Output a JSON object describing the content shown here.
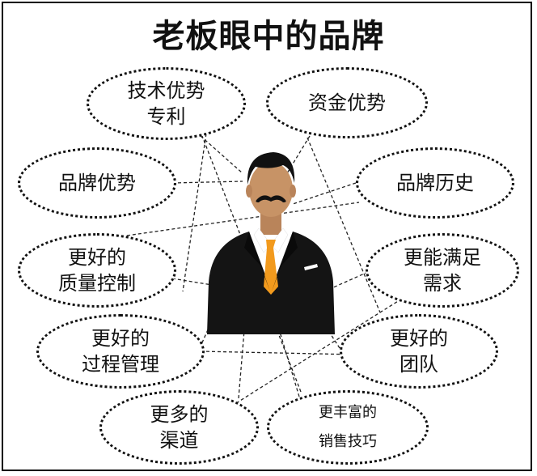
{
  "title": "老板眼中的品牌",
  "bubbles": {
    "tech": {
      "line1": "技术优势",
      "line2": "专利"
    },
    "capital": {
      "line1": "资金优势"
    },
    "brand_adv": {
      "line1": "品牌优势"
    },
    "brand_hist": {
      "line1": "品牌历史"
    },
    "quality": {
      "line1": "更好的",
      "line2": "质量控制"
    },
    "demand": {
      "line1": "更能满足",
      "line2": "需求"
    },
    "process": {
      "line1": "更好的",
      "line2": "过程管理"
    },
    "team": {
      "line1": "更好的",
      "line2": "团队"
    },
    "channel": {
      "line1": "更多的",
      "line2": "渠道"
    },
    "sales": {
      "line1": "更丰富的",
      "line2": "销售技巧"
    }
  },
  "colors": {
    "suit": "#141414",
    "tie": "#f29a1d",
    "skin": "#c79366",
    "hair": "#111111",
    "line": "#222222"
  }
}
